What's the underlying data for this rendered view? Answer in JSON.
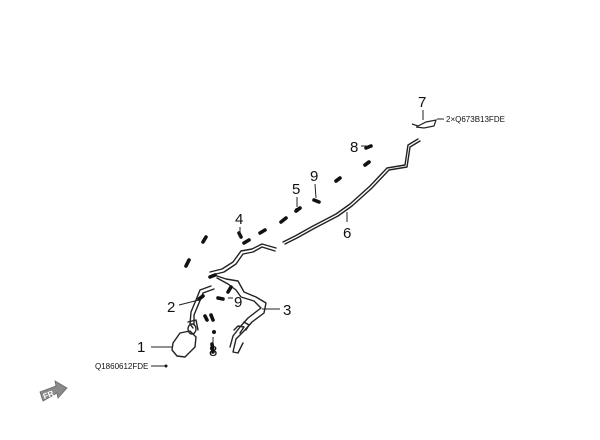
{
  "callouts": {
    "c1": "1",
    "c2": "2",
    "c3": "3",
    "c4": "4",
    "c5": "5",
    "c6": "6",
    "c7": "7",
    "c8_top": "8",
    "c8_bottom": "8",
    "c9_top": "9",
    "c9_bottom": "9"
  },
  "part_codes": {
    "bolt_top": "2×Q673B13FDE",
    "bolt_bottom": "Q1860612FDE"
  },
  "orientation": {
    "label": "FR",
    "icon": "front-arrow-icon"
  },
  "colors": {
    "line": "#222222",
    "background": "#ffffff",
    "arrow": "#888888"
  }
}
